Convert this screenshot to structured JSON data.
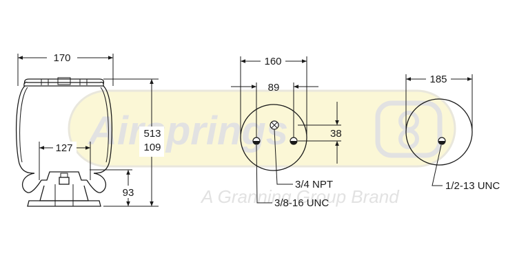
{
  "watermark": {
    "brand": "Airsprings",
    "tagline": "A Granning Group Brand",
    "accent_fill": "#fbf7d6",
    "accent_stroke": "#e9e7dc",
    "text_color": "#e2e2e2"
  },
  "side_view": {
    "dim_top_width": "170",
    "dim_height_1": "513",
    "dim_height_2": "109",
    "dim_piston_width": "127",
    "dim_piston_height": "93"
  },
  "top_plate": {
    "dim_outer": "160",
    "dim_inner": "89",
    "dim_offset": "38",
    "callout_port": "3/4 NPT",
    "callout_studs": "3/8-16 UNC"
  },
  "bottom_plate": {
    "dim_diameter": "185",
    "callout_stud": "1/2-13 UNC"
  },
  "colors": {
    "line": "#1a1a1a",
    "background": "#ffffff"
  }
}
